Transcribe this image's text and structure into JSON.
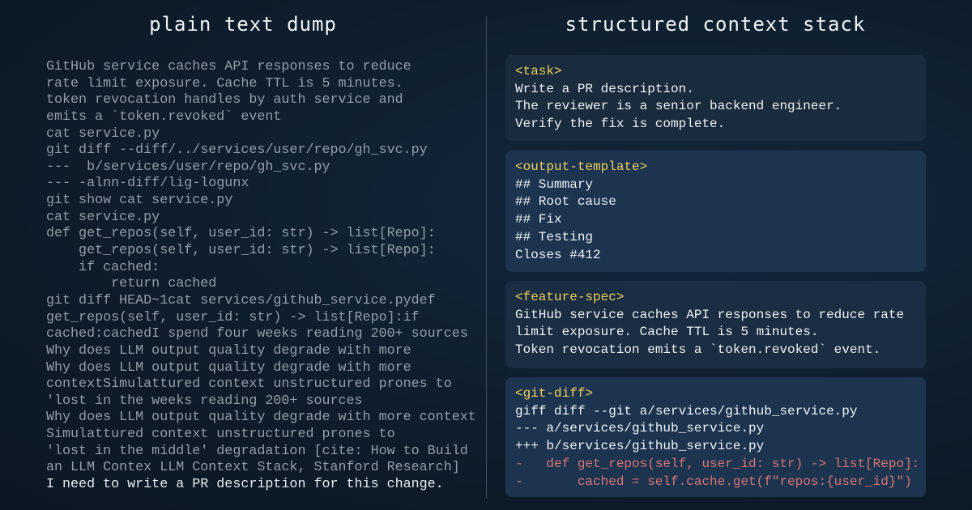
{
  "left_panel": {
    "title": "plain text dump",
    "lines": [
      "GitHub service caches API responses to reduce",
      "rate limit exposure. Cache TTL is 5 minutes.",
      "token revocation handles by auth service and",
      "emits a `token.revoked` event",
      "cat service.py",
      "git diff --diff/../services/user/repo/gh_svc.py",
      "---  b/services/user/repo/gh_svc.py",
      "--- -alnn-diff/lig-logunx",
      "git show cat service.py",
      "cat service.py",
      "def get_repos(self, user_id: str) -> list[Repo]:",
      "    get_repos(self, user_id: str) -> list[Repo]:",
      "    if cached:",
      "        return cached",
      "git diff HEAD~1cat services/github_service.pydef",
      "get_repos(self, user_id: str) -> list[Repo]:if",
      "cached:cachedI spend four weeks reading 200+ sources",
      "Why does LLM output quality degrade with more",
      "Why does LLM output quality degrade with more",
      "contextSimulattured context unstructured prones to",
      "'lost in the weeks reading 200+ sources",
      "Why does LLM output quality degrade with more context",
      "Simulattured context unstructured prones to",
      "'lost in the middle' degradation [cite: How to Build",
      "an LLM Contex LLM Context Stack, Stanford Research]"
    ],
    "final_line": "I need to write a PR description for this change."
  },
  "right_panel": {
    "title": "structured context stack",
    "cards": [
      {
        "tag": "<task>",
        "lines": [
          "Write a PR description.",
          "The reviewer is a senior backend engineer.",
          "Verify the fix is complete."
        ]
      },
      {
        "tag": "<output-template>",
        "lines": [
          "## Summary",
          "## Root cause",
          "## Fix",
          "## Testing",
          "Closes #412"
        ]
      },
      {
        "tag": "<feature-spec>",
        "lines": [
          "GitHub service caches API responses to reduce rate",
          "limit exposure. Cache TTL is 5 minutes.",
          "Token revocation emits a `token.revoked` event."
        ]
      },
      {
        "tag": "<git-diff>",
        "lines": [
          "giff diff --git a/services/github_service.py",
          "--- a/services/github_service.py",
          "+++ b/services/github_service.py"
        ],
        "removed_lines": [
          "-   def get_repos(self, user_id: str) -> list[Repo]:",
          "-       cached = self.cache.get(f\"repos:{user_id}\")"
        ]
      }
    ]
  },
  "colors": {
    "background": "#0e1c2a",
    "tag": "#f2cf5b",
    "removed": "#d97575",
    "dump_text": "#939ea8"
  }
}
